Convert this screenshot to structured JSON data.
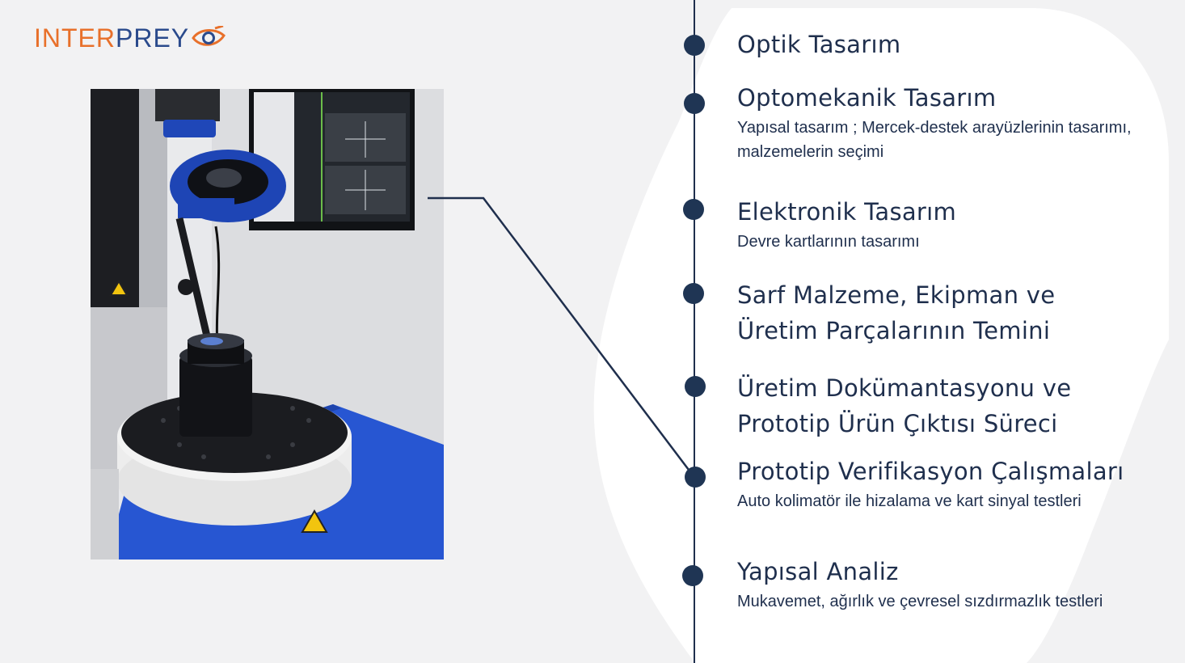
{
  "logo": {
    "part1": "INTER",
    "part2": "PREY"
  },
  "colors": {
    "navy": "#1f2f4d",
    "orange": "#e8702a",
    "blue": "#2a4a8c",
    "background": "#f2f2f3",
    "panel": "#ffffff"
  },
  "timeline": [
    {
      "title": "Optik Tasarım",
      "desc": ""
    },
    {
      "title": "Optomekanik Tasarım",
      "desc": "Yapısal tasarım ;  Mercek-destek arayüzlerinin tasarımı, malzemelerin seçimi"
    },
    {
      "title": "Elektronik Tasarım",
      "desc": "Devre kartlarının tasarımı"
    },
    {
      "title": "Sarf Malzeme, Ekipman ve Üretim Parçalarının Temini",
      "desc": ""
    },
    {
      "title": "Üretim Dokümantasyonu ve Prototip Ürün Çıktısı Süreci",
      "desc": ""
    },
    {
      "title": "Prototip Verifikasyon Çalışmaları",
      "desc": "Auto kolimatör ile hizalama ve kart sinyal testleri"
    },
    {
      "title": "Yapısal Analiz",
      "desc": "Mukavemet, ağırlık  ve çevresel sızdırmazlık testleri"
    }
  ]
}
